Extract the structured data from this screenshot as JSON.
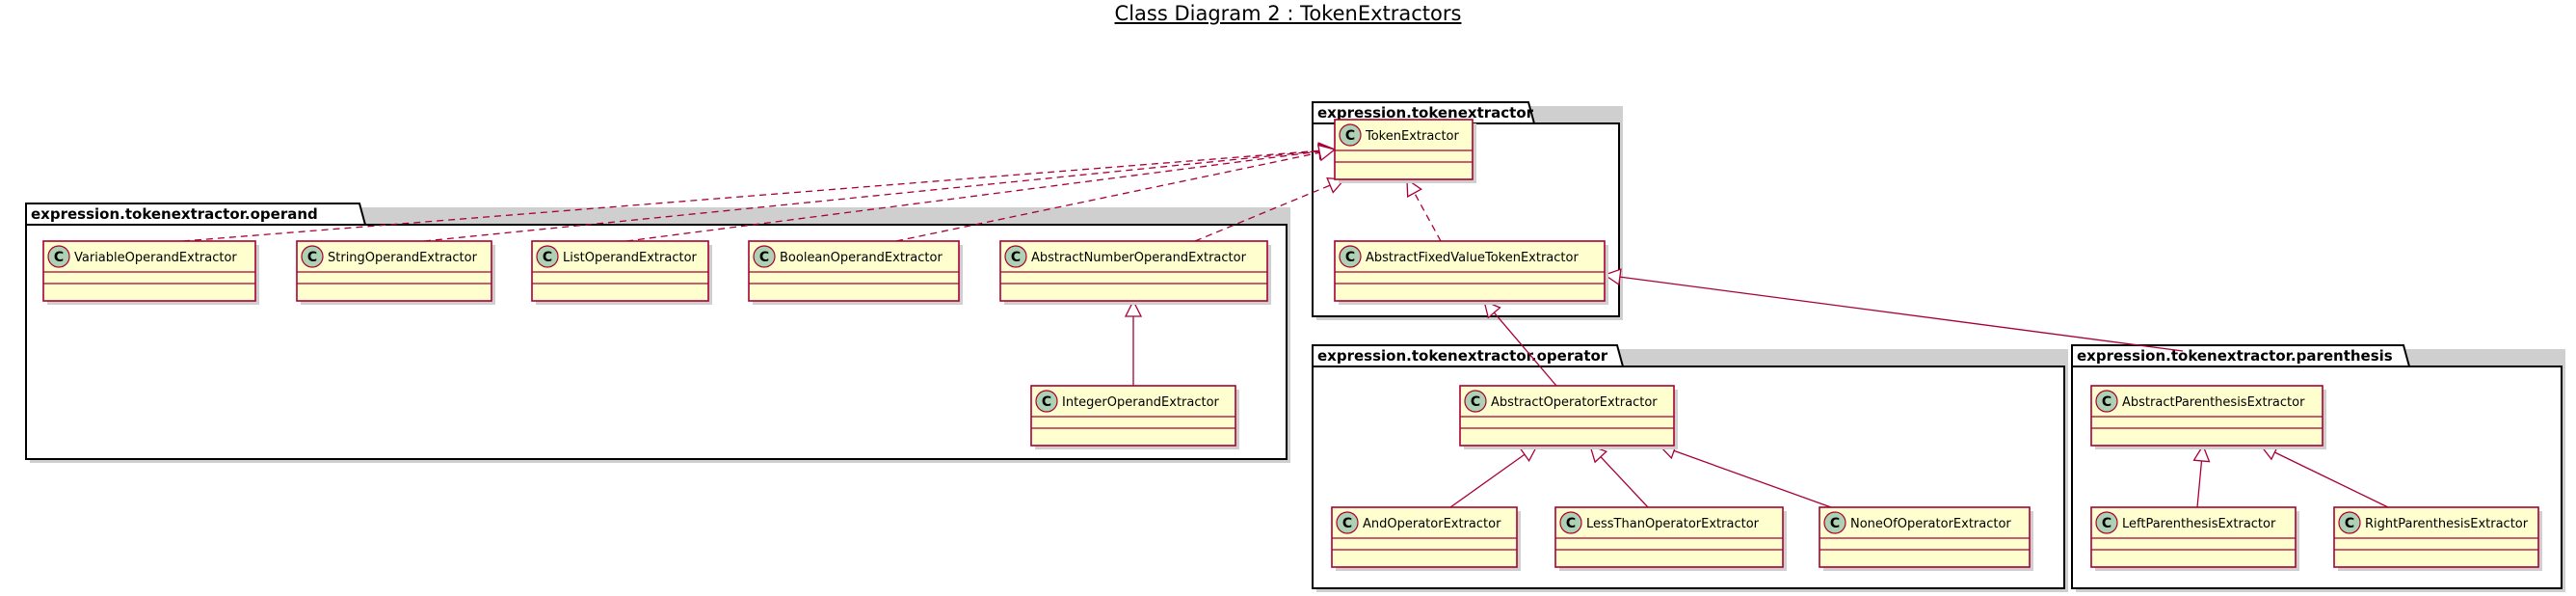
{
  "title": "Class Diagram 2 : TokenExtractors",
  "packages": [
    {
      "id": "pkg-tokenextractor",
      "name": "expression.tokenextractor"
    },
    {
      "id": "pkg-operand",
      "name": "expression.tokenextractor.operand"
    },
    {
      "id": "pkg-operator",
      "name": "expression.tokenextractor.operator"
    },
    {
      "id": "pkg-parenthesis",
      "name": "expression.tokenextractor.parenthesis"
    }
  ],
  "classes": [
    {
      "id": "TokenExtractor",
      "name": "TokenExtractor",
      "stereotype": "C"
    },
    {
      "id": "AbstractFixedValueTokenExtractor",
      "name": "AbstractFixedValueTokenExtractor",
      "stereotype": "C"
    },
    {
      "id": "VariableOperandExtractor",
      "name": "VariableOperandExtractor",
      "stereotype": "C"
    },
    {
      "id": "StringOperandExtractor",
      "name": "StringOperandExtractor",
      "stereotype": "C"
    },
    {
      "id": "ListOperandExtractor",
      "name": "ListOperandExtractor",
      "stereotype": "C"
    },
    {
      "id": "BooleanOperandExtractor",
      "name": "BooleanOperandExtractor",
      "stereotype": "C"
    },
    {
      "id": "AbstractNumberOperandExtractor",
      "name": "AbstractNumberOperandExtractor",
      "stereotype": "C"
    },
    {
      "id": "IntegerOperandExtractor",
      "name": "IntegerOperandExtractor",
      "stereotype": "C"
    },
    {
      "id": "AbstractOperatorExtractor",
      "name": "AbstractOperatorExtractor",
      "stereotype": "C"
    },
    {
      "id": "AndOperatorExtractor",
      "name": "AndOperatorExtractor",
      "stereotype": "C"
    },
    {
      "id": "LessThanOperatorExtractor",
      "name": "LessThanOperatorExtractor",
      "stereotype": "C"
    },
    {
      "id": "NoneOfOperatorExtractor",
      "name": "NoneOfOperatorExtractor",
      "stereotype": "C"
    },
    {
      "id": "AbstractParenthesisExtractor",
      "name": "AbstractParenthesisExtractor",
      "stereotype": "C"
    },
    {
      "id": "LeftParenthesisExtractor",
      "name": "LeftParenthesisExtractor",
      "stereotype": "C"
    },
    {
      "id": "RightParenthesisExtractor",
      "name": "RightParenthesisExtractor",
      "stereotype": "C"
    }
  ],
  "relations": [
    {
      "from": "VariableOperandExtractor",
      "to": "TokenExtractor",
      "kind": "realization"
    },
    {
      "from": "StringOperandExtractor",
      "to": "TokenExtractor",
      "kind": "realization"
    },
    {
      "from": "ListOperandExtractor",
      "to": "TokenExtractor",
      "kind": "realization"
    },
    {
      "from": "BooleanOperandExtractor",
      "to": "TokenExtractor",
      "kind": "realization"
    },
    {
      "from": "AbstractNumberOperandExtractor",
      "to": "TokenExtractor",
      "kind": "realization"
    },
    {
      "from": "AbstractFixedValueTokenExtractor",
      "to": "TokenExtractor",
      "kind": "realization"
    },
    {
      "from": "IntegerOperandExtractor",
      "to": "AbstractNumberOperandExtractor",
      "kind": "inheritance"
    },
    {
      "from": "AbstractOperatorExtractor",
      "to": "AbstractFixedValueTokenExtractor",
      "kind": "inheritance"
    },
    {
      "from": "AbstractParenthesisExtractor",
      "to": "AbstractFixedValueTokenExtractor",
      "kind": "inheritance"
    },
    {
      "from": "AndOperatorExtractor",
      "to": "AbstractOperatorExtractor",
      "kind": "inheritance"
    },
    {
      "from": "LessThanOperatorExtractor",
      "to": "AbstractOperatorExtractor",
      "kind": "inheritance"
    },
    {
      "from": "NoneOfOperatorExtractor",
      "to": "AbstractOperatorExtractor",
      "kind": "inheritance"
    },
    {
      "from": "LeftParenthesisExtractor",
      "to": "AbstractParenthesisExtractor",
      "kind": "inheritance"
    },
    {
      "from": "RightParenthesisExtractor",
      "to": "AbstractParenthesisExtractor",
      "kind": "inheritance"
    }
  ],
  "colors": {
    "class_fill": "#fefece",
    "class_border": "#a80036",
    "stereotype_circle": "#add1b2",
    "edge": "#a80036",
    "package_border": "#000000"
  }
}
